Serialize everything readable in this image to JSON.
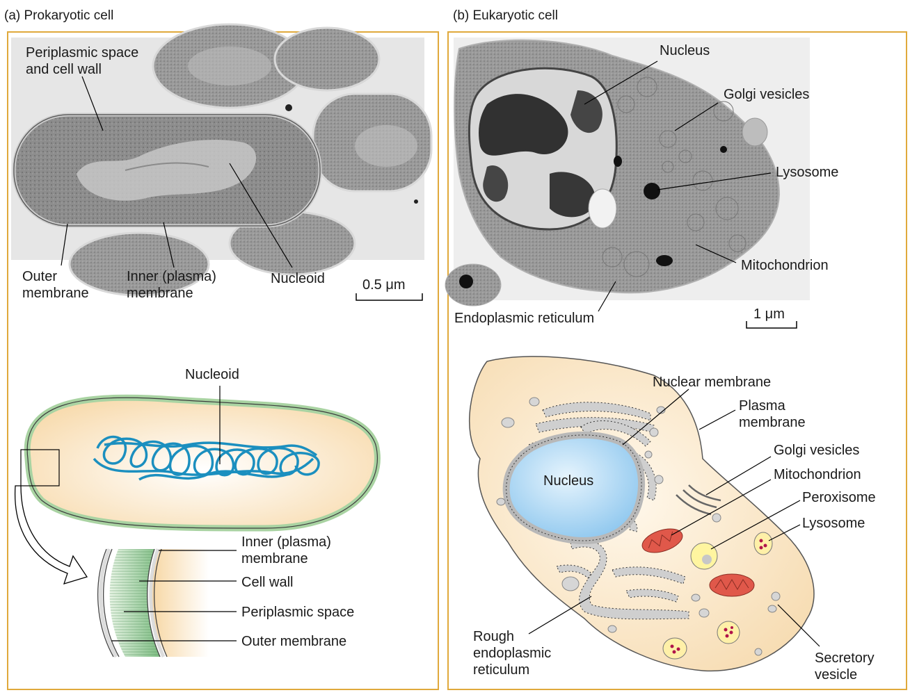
{
  "panel_a": {
    "title": "(a)  Prokaryotic cell",
    "micro_labels": {
      "periplasmic": "Periplasmic space\nand cell wall",
      "outer": "Outer\nmembrane",
      "inner": "Inner (plasma)\nmembrane",
      "nucleoid": "Nucleoid",
      "scale": "0.5 μm"
    },
    "diagram_labels": {
      "nucleoid": "Nucleoid",
      "inner": "Inner (plasma)\nmembrane",
      "cell_wall": "Cell wall",
      "periplasmic": "Periplasmic space",
      "outer": "Outer membrane"
    }
  },
  "panel_b": {
    "title": "(b)  Eukaryotic cell",
    "micro_labels": {
      "nucleus": "Nucleus",
      "golgi": "Golgi vesicles",
      "lysosome": "Lysosome",
      "mitochondrion": "Mitochondrion",
      "er": "Endoplasmic reticulum",
      "scale": "1 μm"
    },
    "diagram_labels": {
      "nuclear_membrane": "Nuclear membrane",
      "plasma": "Plasma\nmembrane",
      "golgi": "Golgi vesicles",
      "mitochondrion": "Mitochondrion",
      "peroxisome": "Peroxisome",
      "lysosome": "Lysosome",
      "nucleus": "Nucleus",
      "rough_er": "Rough\nendoplasmic\nreticulum",
      "secretory": "Secretory\nvesicle"
    }
  },
  "colors": {
    "frame": "#e0a93b",
    "cytoplasm": "#fbe6c4",
    "cell_wall_green": "#a9d3a2",
    "nucleoid_blue": "#1b8fbf",
    "nucleus_blue": "#a9d6f5",
    "mito_red": "#e0584a",
    "er_gray": "#cfcfcf"
  }
}
